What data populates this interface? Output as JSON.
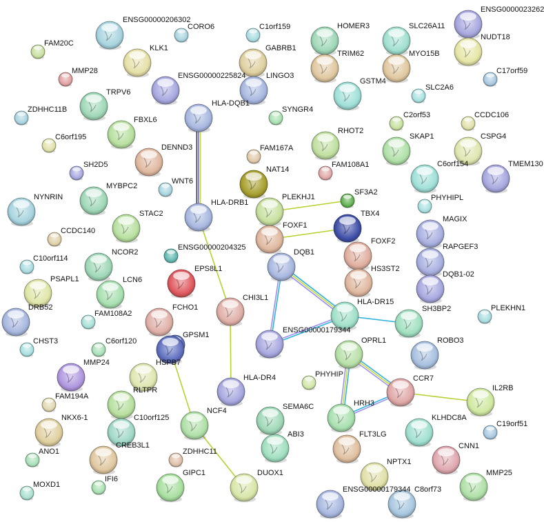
{
  "network": {
    "nodes": [
      {
        "name": "ENSG00000206302",
        "color": "#a8d4e0"
      },
      {
        "name": "CORO6",
        "color": "#a8d4e0"
      },
      {
        "name": "FAM20C",
        "color": "#c8e0a0"
      },
      {
        "name": "KLK1",
        "color": "#e6e0a8"
      },
      {
        "name": "MMP28",
        "color": "#e0a0a0"
      },
      {
        "name": "ENSG00000225824",
        "color": "#a8a8e0"
      },
      {
        "name": "TRPV6",
        "color": "#a0d8b8"
      },
      {
        "name": "ZDHHC11B",
        "color": "#a8d4e0"
      },
      {
        "name": "HLA-DQB1",
        "color": "#a8b8e0"
      },
      {
        "name": "FBXL6",
        "color": "#b8e0a0"
      },
      {
        "name": "C6orf195",
        "color": "#e0e0a8"
      },
      {
        "name": "DENND3",
        "color": "#e0b8a0"
      },
      {
        "name": "SH2D5",
        "color": "#a8a8e0"
      },
      {
        "name": "WNT6",
        "color": "#a8d4e0"
      },
      {
        "name": "MYBPC2",
        "color": "#a0d8b8"
      },
      {
        "name": "NYNRIN",
        "color": "#a8d4e0"
      },
      {
        "name": "HLA-DRB1",
        "color": "#a8b8e0"
      },
      {
        "name": "STAC2",
        "color": "#b8e0a0"
      },
      {
        "name": "CCDC140",
        "color": "#e0d0a8"
      },
      {
        "name": "ENSG00000204325",
        "color": "#60b8b0"
      },
      {
        "name": "NCOR2",
        "color": "#a0d8b8"
      },
      {
        "name": "C10orf114",
        "color": "#a8dce0"
      },
      {
        "name": "C1orf159",
        "color": "#a8dce0"
      },
      {
        "name": "GABRB1",
        "color": "#e0d0a0"
      },
      {
        "name": "LINGO3",
        "color": "#a8b8e0"
      },
      {
        "name": "SYNGR4",
        "color": "#a8e0b0"
      },
      {
        "name": "FAM167A",
        "color": "#e0c8a8"
      },
      {
        "name": "NAT14",
        "color": "#a8a030"
      },
      {
        "name": "PLEKHJ1",
        "color": "#c8e0a0"
      },
      {
        "name": "FOXF1",
        "color": "#e0b8a0"
      },
      {
        "name": "DQB1",
        "color": "#a8b8e0"
      },
      {
        "name": "HOMER3",
        "color": "#a0d8b8"
      },
      {
        "name": "TRIM62",
        "color": "#e0c8a0"
      },
      {
        "name": "GSTM4",
        "color": "#a0e0d8"
      },
      {
        "name": "SLC26A11",
        "color": "#a0e0d0"
      },
      {
        "name": "MYO15B",
        "color": "#e0c8a0"
      },
      {
        "name": "ENSG0000023262",
        "color": "#a8a8e0"
      },
      {
        "name": "NUDT18",
        "color": "#e6e6a8"
      },
      {
        "name": "C17orf59",
        "color": "#a8c8e0"
      },
      {
        "name": "SLC2A6",
        "color": "#a8e0e0"
      },
      {
        "name": "C2orf53",
        "color": "#c8e0a0"
      },
      {
        "name": "CCDC106",
        "color": "#e0e0a8"
      },
      {
        "name": "RHOT2",
        "color": "#c0e0a0"
      },
      {
        "name": "SKAP1",
        "color": "#b0e0a8"
      },
      {
        "name": "CSPG4",
        "color": "#e0e6b0"
      },
      {
        "name": "FAM108A1",
        "color": "#e0a8a8"
      },
      {
        "name": "C6orf154",
        "color": "#a0e0d8"
      },
      {
        "name": "TMEM130",
        "color": "#a8a8e0"
      },
      {
        "name": "SF3A2",
        "color": "#60b050"
      },
      {
        "name": "PHYHIPL",
        "color": "#a8e0e0"
      },
      {
        "name": "TBX4",
        "color": "#4050a8"
      },
      {
        "name": "MAGIX",
        "color": "#a8b0e0"
      },
      {
        "name": "FOXF2",
        "color": "#e0b0a0"
      },
      {
        "name": "RAPGEF3",
        "color": "#a8b0e0"
      },
      {
        "name": "HS3ST2",
        "color": "#e0b8a0"
      },
      {
        "name": "DQB1-02",
        "color": "#a8a8e0"
      },
      {
        "name": "HLA-DR15",
        "color": "#a0e0c8"
      },
      {
        "name": "ENSG00000179344",
        "color": "#a8a8e0"
      },
      {
        "name": "SH3BP2",
        "color": "#a0e0c0"
      },
      {
        "name": "PLEKHN1",
        "color": "#a8dce0"
      },
      {
        "name": "ROBO3",
        "color": "#a8c0e0"
      },
      {
        "name": "OPRL1",
        "color": "#b8e0a8"
      },
      {
        "name": "PHYHIP",
        "color": "#d0e6a8"
      },
      {
        "name": "CCR7",
        "color": "#e0a8a8"
      },
      {
        "name": "IL2RB",
        "color": "#d0e8a0"
      },
      {
        "name": "HRH3",
        "color": "#a8e0b0"
      },
      {
        "name": "KLHDC8A",
        "color": "#a0e0d0"
      },
      {
        "name": "C19orf51",
        "color": "#a8c8e0"
      },
      {
        "name": "SEMA6C",
        "color": "#a0d8b8"
      },
      {
        "name": "ABI3",
        "color": "#a0e0c0"
      },
      {
        "name": "FLT3LG",
        "color": "#e0c0a0"
      },
      {
        "name": "CNN1",
        "color": "#e0a8b0"
      },
      {
        "name": "NPTX1",
        "color": "#e0e0a8"
      },
      {
        "name": "MMP25",
        "color": "#b0e0a8"
      },
      {
        "name": "ENSG00000179344",
        "color": "#a8b8e0"
      },
      {
        "name": "C8orf73",
        "color": "#a8c8e0"
      },
      {
        "name": "PSAPL1",
        "color": "#e0e6a8"
      },
      {
        "name": "DRB52",
        "color": "#a8b8e0"
      },
      {
        "name": "LCN6",
        "color": "#a8e0b0"
      },
      {
        "name": "FAM108A2",
        "color": "#a8e0d8"
      },
      {
        "name": "CHST3",
        "color": "#a8e0e0"
      },
      {
        "name": "C6orf120",
        "color": "#a8e0b8"
      },
      {
        "name": "MMP24",
        "color": "#b098e0"
      },
      {
        "name": "FAM194A",
        "color": "#e0d8b0"
      },
      {
        "name": "EPS8L1",
        "color": "#e05a60"
      },
      {
        "name": "FCHO1",
        "color": "#e0b0a8"
      },
      {
        "name": "CHI3L1",
        "color": "#e0b0a8"
      },
      {
        "name": "GPSM1",
        "color": "#6070c0"
      },
      {
        "name": "HSPB7",
        "color": "#6070c0"
      },
      {
        "name": "RLTPR",
        "color": "#e0e6b0"
      },
      {
        "name": "HLA-DR4",
        "color": "#a8a8e0"
      },
      {
        "name": "NKX6-1",
        "color": "#e0d0a0"
      },
      {
        "name": "C10orf125",
        "color": "#b8e0a0"
      },
      {
        "name": "CREB3L1",
        "color": "#a0d8c8"
      },
      {
        "name": "NCF4",
        "color": "#b0e0a8"
      },
      {
        "name": "ANO1",
        "color": "#a8e0b8"
      },
      {
        "name": "IFI6",
        "color": "#e0c8a0"
      },
      {
        "name": "ZDHHC11",
        "color": "#e0c0a8"
      },
      {
        "name": "MOXD1",
        "color": "#a8e0d0"
      },
      {
        "name": "GIPC1",
        "color": "#a8e0a0"
      },
      {
        "name": "DUOX1",
        "color": "#d8e6a8"
      }
    ],
    "edges": [
      {
        "source": 8,
        "target": 16,
        "colors": [
          "#c8d830",
          "#7070e0",
          "#333355"
        ]
      },
      {
        "source": 16,
        "target": 86,
        "colors": [
          "#b8d030"
        ]
      },
      {
        "source": 86,
        "target": 90,
        "colors": [
          "#b8d030"
        ]
      },
      {
        "source": 28,
        "target": 48,
        "colors": [
          "#b8d030"
        ]
      },
      {
        "source": 29,
        "target": 50,
        "colors": [
          "#b8d030"
        ]
      },
      {
        "source": 30,
        "target": 56,
        "colors": [
          "#30b0e0",
          "#c8d830",
          "#9890f0"
        ]
      },
      {
        "source": 30,
        "target": 57,
        "colors": [
          "#30b0e0",
          "#9890f0"
        ]
      },
      {
        "source": 56,
        "target": 57,
        "colors": [
          "#30b0e0",
          "#9890f0"
        ]
      },
      {
        "source": 56,
        "target": 58,
        "colors": [
          "#30b0e0"
        ]
      },
      {
        "source": 61,
        "target": 63,
        "colors": [
          "#30b0e0",
          "#c8d830",
          "#9890f0"
        ]
      },
      {
        "source": 61,
        "target": 65,
        "colors": [
          "#30b0e0",
          "#c8d830",
          "#9890f0"
        ]
      },
      {
        "source": 65,
        "target": 63,
        "colors": [
          "#30b0e0",
          "#9890f0"
        ]
      },
      {
        "source": 63,
        "target": 64,
        "colors": [
          "#b8d030"
        ]
      },
      {
        "source": 88,
        "target": 94,
        "colors": [
          "#b8d030"
        ]
      },
      {
        "source": 94,
        "target": 100,
        "colors": [
          "#b8d030"
        ]
      }
    ]
  }
}
